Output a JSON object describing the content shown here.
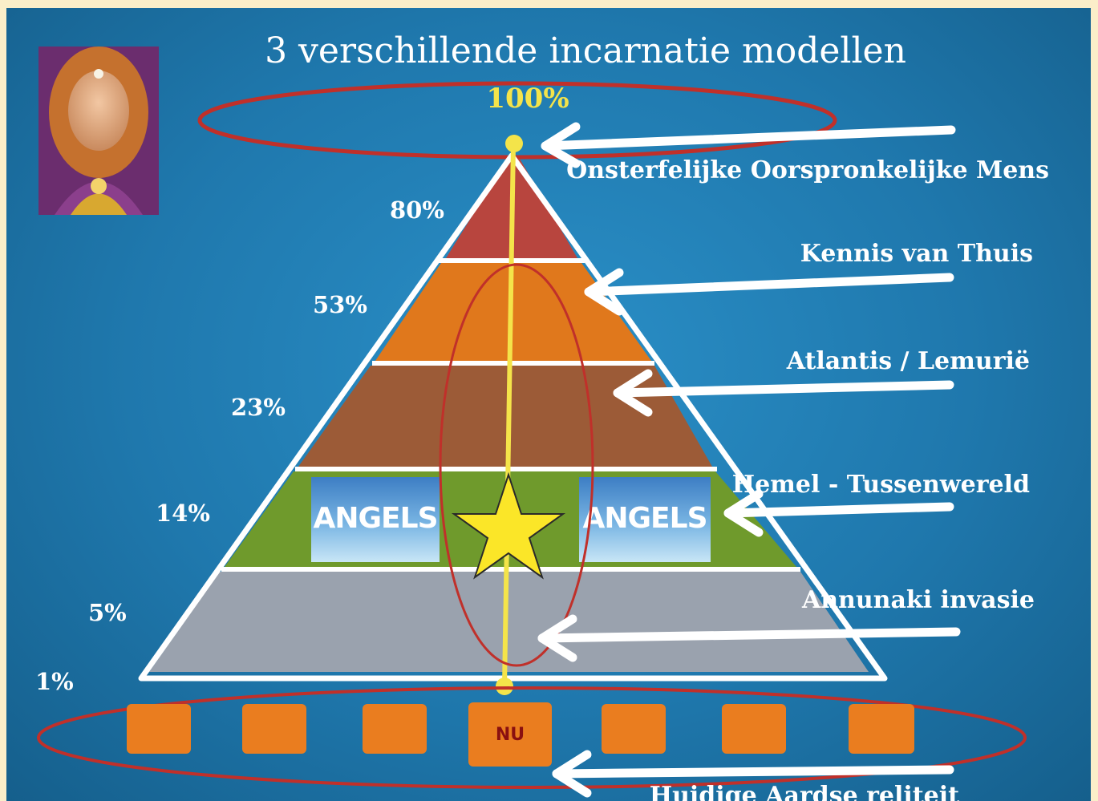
{
  "title": "3 verschillende incarnatie modellen",
  "apex_percent": "100%",
  "levels": [
    {
      "percent": "80%",
      "label": "Onsterfelijke Oorspronkelijke Mens",
      "color": "#b8453e"
    },
    {
      "percent": "53%",
      "label": "Kennis van Thuis",
      "color": "#e0781c"
    },
    {
      "percent": "23%",
      "label": "Atlantis / Lemurië",
      "color": "#9c5b37"
    },
    {
      "percent": "14%",
      "label": "Hemel - Tussenwereld",
      "color": "#6f9a2c"
    },
    {
      "percent": "5%",
      "label": "Annunaki invasie",
      "color": "#9aa2ae"
    }
  ],
  "bottom_percent": "1%",
  "angels_left": "ANGELS",
  "angels_right": "ANGELS",
  "now_label": "NU",
  "bottom_label": "Huidige Aardse reliteit",
  "colors": {
    "background": "#1f78ad",
    "box": "#ea7d1f",
    "ellipse": "#c0302a",
    "axis": "#f4e44a",
    "star": "#fbe628"
  }
}
